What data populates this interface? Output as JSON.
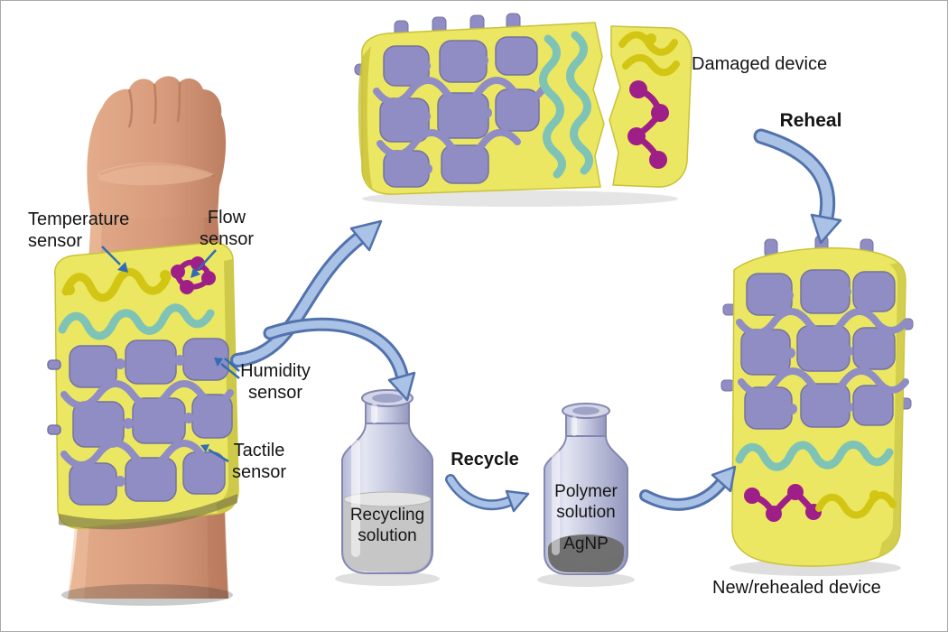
{
  "figure": {
    "labels": {
      "temperature_sensor": "Temperature\nsensor",
      "flow_sensor": "Flow\nsensor",
      "humidity_sensor": "Humidity\nsensor",
      "tactile_sensor": "Tactile\nsensor",
      "damaged_device": "Damaged device",
      "reheal": "Reheal",
      "recycle": "Recycle",
      "recycling_solution": "Recycling\nsolution",
      "polymer_solution": "Polymer\nsolution",
      "agnp": "AgNP",
      "new_rehealed_device": "New/rehealed device"
    },
    "colors": {
      "substrate_yellow": "#ece762",
      "sensor_purple": "#8f8dc3",
      "sensor_teal": "#7fc3b6",
      "sensor_magenta": "#9e1f87",
      "sensor_yellow": "#d3c513",
      "arrow_fill": "#aac2e6",
      "arrow_outline": "#5272ac",
      "pointer_blue": "#2f6db5",
      "skin": "#d89b7c"
    }
  }
}
